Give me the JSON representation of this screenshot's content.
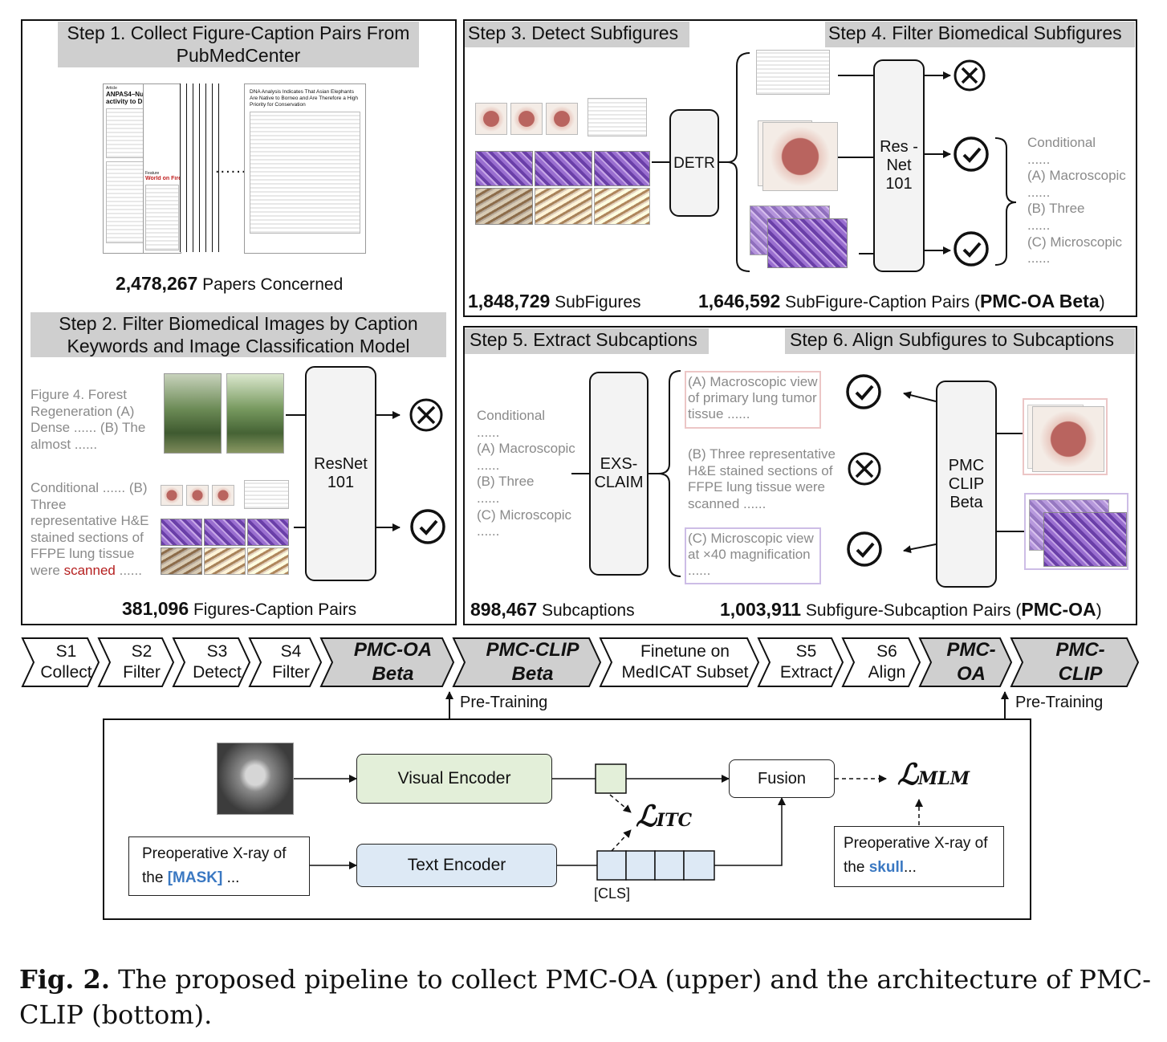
{
  "step1": {
    "title": "Step 1. Collect Figure-Caption Pairs From PubMedCenter",
    "paper_kicker": "Article",
    "paper_title_a": "ANPAS4–Nu",
    "paper_title_b": "activity to Dr",
    "paper_feature": "Feature",
    "paper_feature_title": "World on Fire",
    "paper_ellipsis": "......",
    "paper_main_title": "DNA Analysis Indicates That Asian Elephants Are Native to Borneo and Are Therefore a High Priority for Conservation",
    "stat_value": "2,478,267",
    "stat_label": "Papers Concerned"
  },
  "step2": {
    "title": "Step 2. Filter Biomedical Images by Caption Keywords and Image Classification Model",
    "caption1": "Figure 4. Forest Regeneration (A) Dense ...... (B) The almost ......",
    "caption2_prefix": "Conditional ...... (B) Three representative H&E stained sections of FFPE lung tissue were",
    "caption2_keyword": "scanned",
    "caption2_suffix": " ......",
    "model": "ResNet 101",
    "stat_value": "381,096",
    "stat_label": "Figures-Caption Pairs"
  },
  "step3": {
    "title": "Step 3. Detect Subfigures",
    "detector": "DETR",
    "stat_value": "1,848,729",
    "stat_label": "SubFigures"
  },
  "step4": {
    "title": "Step 4. Filter Biomedical Subfigures",
    "model": "Res -Net 101",
    "subcaptions": [
      "Conditional",
      "......",
      "(A) Macroscopic",
      "......",
      "(B) Three",
      "......",
      "(C) Microscopic",
      "......"
    ],
    "stat_value": "1,646,592",
    "stat_label": "SubFigure-Caption Pairs (",
    "stat_bold": "PMC-OA Beta",
    "stat_close": ")"
  },
  "step5": {
    "title": "Step 5. Extract Subcaptions",
    "caption_lines": [
      "Conditional",
      "......",
      "(A) Macroscopic",
      "......",
      "(B) Three",
      "......",
      "(C) Microscopic",
      "......"
    ],
    "model": "EXS- CLAIM",
    "sub_a": "(A) Macroscopic view of primary lung tumor tissue ......",
    "sub_b": "(B) Three representative H&E stained sections of FFPE lung tissue were scanned ......",
    "sub_c": "(C) Microscopic view at ×40 magnification ......",
    "stat_value": "898,467",
    "stat_label": "Subcaptions"
  },
  "step6": {
    "title": "Step 6. Align Subfigures to Subcaptions",
    "model": "PMC CLIP Beta",
    "stat_value": "1,003,911",
    "stat_label": "Subfigure-Subcaption Pairs (",
    "stat_bold": "PMC-OA",
    "stat_close": ")"
  },
  "pipeline": [
    {
      "line1": "S1",
      "line2": "Collect",
      "bold": false,
      "shaded": false
    },
    {
      "line1": "S2",
      "line2": "Filter",
      "bold": false,
      "shaded": false
    },
    {
      "line1": "S3",
      "line2": "Detect",
      "bold": false,
      "shaded": false
    },
    {
      "line1": "S4",
      "line2": "Filter",
      "bold": false,
      "shaded": false
    },
    {
      "line1": "PMC-OA",
      "line2": "Beta",
      "bold": true,
      "shaded": true
    },
    {
      "line1": "PMC-CLIP",
      "line2": "Beta",
      "bold": true,
      "shaded": true
    },
    {
      "line1": "Finetune on",
      "line2": "MedICAT Subset",
      "bold": false,
      "shaded": false
    },
    {
      "line1": "S5",
      "line2": "Extract",
      "bold": false,
      "shaded": false
    },
    {
      "line1": "S6",
      "line2": "Align",
      "bold": false,
      "shaded": false
    },
    {
      "line1": "PMC-",
      "line2": "OA",
      "bold": true,
      "shaded": true
    },
    {
      "line1": "PMC-",
      "line2": "CLIP",
      "bold": true,
      "shaded": true
    }
  ],
  "pretraining_label": "Pre-Training",
  "arch": {
    "visual_encoder": "Visual Encoder",
    "text_encoder": "Text Encoder",
    "fusion": "Fusion",
    "loss_itc_main": "ℒ",
    "loss_itc_sub": "ITC",
    "loss_mlm_main": "ℒ",
    "loss_mlm_sub": "MLM",
    "cls": "[CLS]",
    "input_text_prefix": "Preoperative X-ray of the",
    "input_mask": "[MASK]",
    "input_suffix": " ...",
    "output_text_prefix": "Preoperative X-ray of the",
    "output_word": "skull",
    "output_suffix": "...",
    "accent_color": "#3a78c2",
    "visual_color": "#e3efd9",
    "text_color": "#dde9f5"
  },
  "caption": {
    "label": "Fig. 2.",
    "text": "The proposed pipeline to collect PMC-OA (upper) and the architecture of PMC-CLIP (bottom)."
  }
}
